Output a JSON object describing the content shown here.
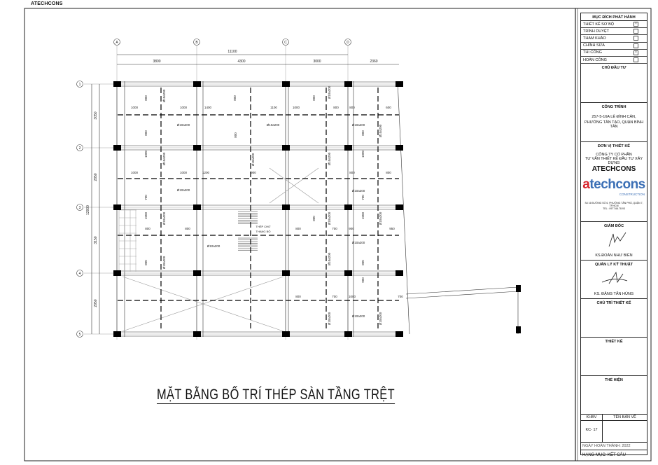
{
  "brand": "ATECHCONS",
  "drawing_title": "MẶT BẰNG BỐ TRÍ THÉP SÀN TẦNG TRỆT",
  "drawing": {
    "columns": [
      "A",
      "B",
      "C",
      "D"
    ],
    "rows": [
      "1",
      "2",
      "3",
      "4",
      "5"
    ],
    "rebar_label": "Ø10a200",
    "stair_note_1": "THÉP CHỜ",
    "stair_note_2": "THANG BỘ",
    "top_dims": [
      "11100",
      "3800",
      "4300",
      "3000",
      "2360"
    ],
    "left_dims": [
      "3050",
      "2850",
      "12000",
      "3150",
      "2950"
    ],
    "dims": [
      "1000",
      "1000",
      "1400",
      "1100",
      "1000",
      "800",
      "800",
      "600",
      "800",
      "800",
      "800",
      "800",
      "1000",
      "800",
      "800",
      "1000",
      "1000",
      "1000",
      "1200",
      "900",
      "800",
      "800",
      "700",
      "1000",
      "800",
      "700",
      "1000",
      "800",
      "800",
      "800",
      "700",
      "900",
      "950",
      "800",
      "800",
      "900",
      "800",
      "700",
      "1000",
      "700"
    ]
  },
  "title_block": {
    "purpose_header": "MỤC ĐÍCH PHÁT HÀNH",
    "purposes": [
      {
        "label": "THIẾT KẾ SƠ BỘ",
        "checked": true
      },
      {
        "label": "TRÌNH DUYỆT",
        "checked": false
      },
      {
        "label": "THAM KHẢO",
        "checked": false
      },
      {
        "label": "CHỈNH SỬA",
        "checked": false
      },
      {
        "label": "THI CÔNG",
        "checked": true
      },
      {
        "label": "HOÀN CÔNG",
        "checked": false
      }
    ],
    "owner_header": "CHỦ ĐẦU TƯ",
    "project_header": "CÔNG TRÌNH",
    "project_address_1": "257-5-16A LÊ ĐÌNH CẨN,",
    "project_address_2": "PHƯỜNG TÂN TẠO, QUẬN BÌNH TÂN",
    "designer_header": "ĐƠN VỊ THIẾT KẾ",
    "company_1": "CÔNG TY CỔ PHẦN",
    "company_2": "TƯ VẤN THIẾT KẾ ĐẦU TƯ XÂY DỰNG",
    "company_name": "ATECHCONS",
    "logo_a": "a",
    "logo_rest": "techcons",
    "logo_sub": "CONSTRUCTION",
    "company_address": "Số 16 ĐƯỜNG SỐ 6, PHƯỜNG TÂN PHÚ, QUẬN 7, TP.HCM",
    "company_phone": "TEL : 0977.66.78.93",
    "director_header": "GIÁM ĐỐC",
    "director_name": "KS.ĐOÀN NHƯ BIỂN",
    "tech_header": "QUẢN LÝ KỸ THUẬT",
    "tech_name": "KS. ĐẶNG TẤN HÙNG",
    "lead_header": "CHỦ TRÌ THIẾT KẾ",
    "design_header": "THIẾT KẾ",
    "drafter_header": "THỂ HIỆN",
    "khbv_label": "KHBV",
    "sheet_name_label": "TÊN BẢN VẼ",
    "sheet_code": "KC- 17",
    "completion": "NGÀY HOÀN THÀNH: 2022",
    "category": "HẠNG MỤC:  KẾT CẤU"
  }
}
